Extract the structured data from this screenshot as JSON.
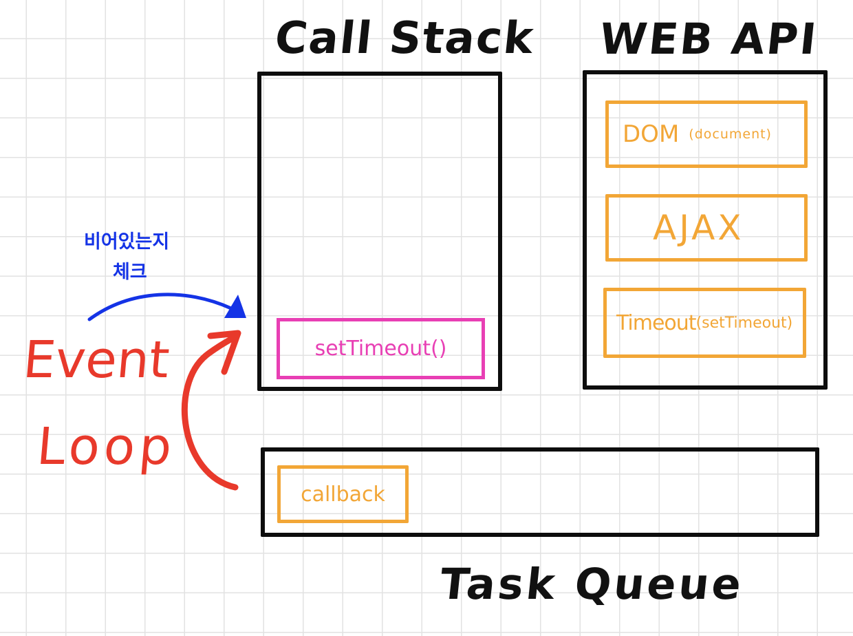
{
  "titles": {
    "call_stack": "Call Stack",
    "web_api": "WEB API",
    "task_queue": "Task Queue"
  },
  "call_stack": {
    "items": [
      "setTimeout()"
    ]
  },
  "web_api": {
    "items": [
      {
        "label": "DOM",
        "detail": "(document)"
      },
      {
        "label": "AJAX",
        "detail": ""
      },
      {
        "label": "Timeout",
        "detail": "(setTimeout)"
      }
    ]
  },
  "task_queue": {
    "items": [
      "callback"
    ]
  },
  "event_loop": {
    "word1": "Event",
    "word2": "Loop",
    "note_line1": "비어있는지",
    "note_line2": "체크"
  },
  "colors": {
    "outline": "#0d0d0d",
    "web_api_item": "#f2a636",
    "stack_item": "#e83fb4",
    "event_loop": "#e8392b",
    "annotation": "#1433e6",
    "grid": "#e2e2e2"
  }
}
